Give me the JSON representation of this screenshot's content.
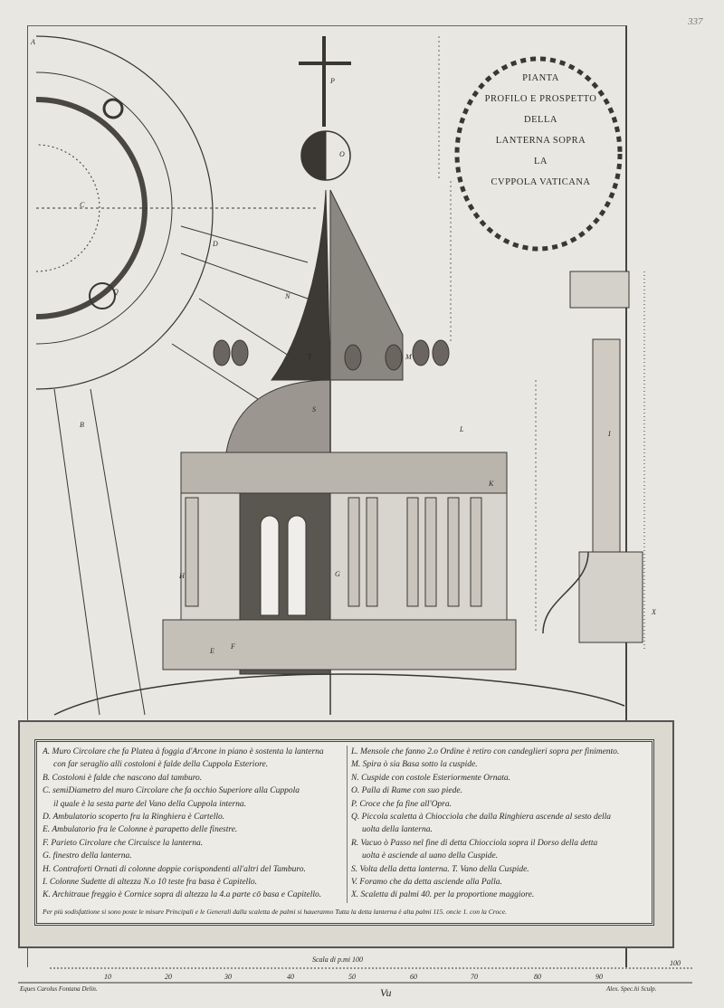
{
  "page_number": "337",
  "title": {
    "lines": [
      "PIANTA",
      "PROFILO E PROSPETTO",
      "DELLA",
      "LANTERNA SOPRA",
      "LA",
      "CVPPOLA VATICANA"
    ]
  },
  "drawing_labels": [
    "A",
    "B",
    "C",
    "D",
    "E",
    "F",
    "G",
    "H",
    "I",
    "K",
    "L",
    "M",
    "N",
    "O",
    "P",
    "Q",
    "S",
    "T",
    "X"
  ],
  "legend": {
    "left": [
      "A. Muro Circolare che fa Platea à foggia d'Arcone in piano è sostenta la lanterna",
      "con far seraglio alli costoloni è falde della Cuppola Esteriore.",
      "B. Costoloni è falde che nascono dal tamburo.",
      "C. semiDiametro del muro Circolare che fa occhio Superiore alla Cuppola",
      "il quale è la sesta parte del Vano della Cuppola interna.",
      "D. Ambulatorio scoperto fra la Ringhiera è Cartello.",
      "E. Ambulatorio fra le Colonne è parapetto delle finestre.",
      "F. Parieto Circolare che Circuisce la lanterna.",
      "G. finestro della lanterna.",
      "H. Contraforti Ornati di colonne doppie corispondenti all'altri del Tamburo.",
      "I. Colonne Sudette di altezza N.o 10 teste fra basa è Capitello.",
      "K. Architraue freggio è Cornice sopra di altezza la 4.a parte cō basa e Capitello."
    ],
    "right": [
      "L. Mensole che fanno 2.o Ordine è retiro con candeglieri sopra per finimento.",
      "M. Spira ò sia Basa sotto la cuspide.",
      "N. Cuspide con costole Esteriormente Ornata.",
      "O. Palla di Rame con suo piede.",
      "P. Croce che fa fine all'Opra.",
      "Q. Piccola scaletta à Chiocciola che dalla Ringhiera ascende al sesto della",
      "uolta della lanterna.",
      "R. Vacuo ò Passo nel fine di detta Chiocciola sopra il Dorso della detta",
      "uolta è asciende al uano della Cuspide.",
      "S. Volta della detta lanterna. T. Vano della Cuspide.",
      "V. Foramo che da detta asciende alla Palla.",
      "X. Scaletta di palmi 40. per la proportione maggiore."
    ],
    "footnote": "Per più sodisfattione si sono poste le misure Principali e le Generali dalla scaletta de palmi si haueranno Tutta la detta lanterna è alta palmi 115. oncie 1. con la Croce."
  },
  "scale": {
    "title": "Scala di p.mi 100",
    "ticks": [
      "10",
      "20",
      "30",
      "40",
      "50",
      "60",
      "70",
      "80",
      "90",
      "100"
    ]
  },
  "signatures": {
    "draftsman": "Eques Carolus Fontana Delin.",
    "engraver": "Alex. Spec.hi Sculp."
  },
  "signature_mark": "Vu",
  "colors": {
    "paper": "#e9e7e1",
    "ink": "#2a2824"
  }
}
